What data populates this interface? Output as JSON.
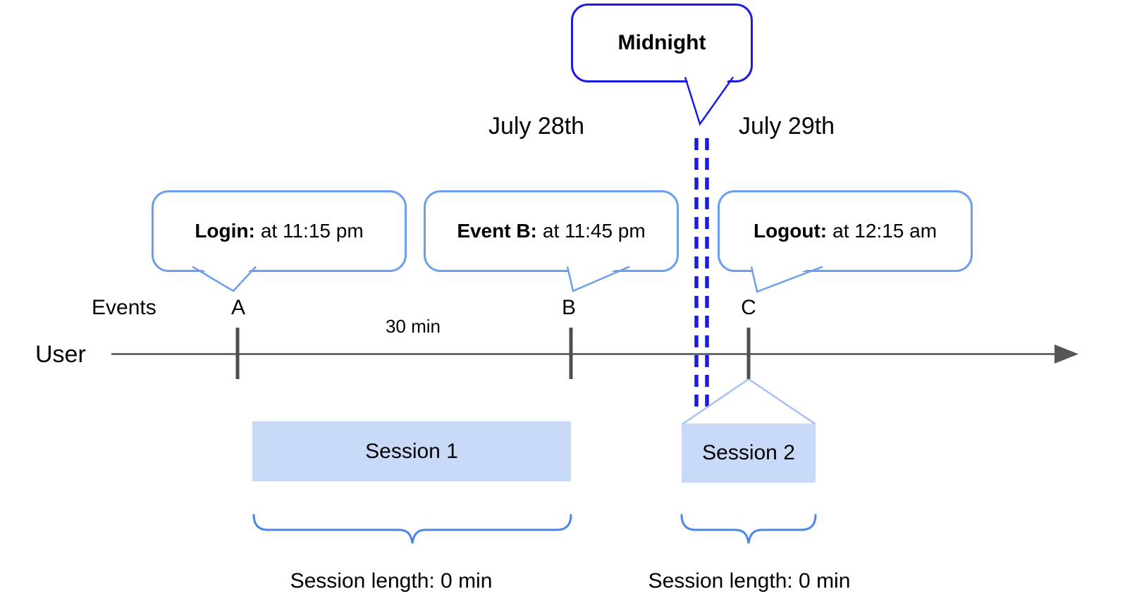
{
  "midnight_callout": {
    "label": "Midnight"
  },
  "dates": {
    "before_midnight": "July 28th",
    "after_midnight": "July 29th"
  },
  "callouts": {
    "login": {
      "title": "Login:",
      "detail": "at 11:15 pm"
    },
    "event_b": {
      "title": "Event B:",
      "detail": "at 11:45 pm"
    },
    "logout": {
      "title": "Logout:",
      "detail": "at 12:15 am"
    }
  },
  "timeline": {
    "events_label": "Events",
    "user_label": "User",
    "interval_label": "30 min",
    "markers": {
      "a": "A",
      "b": "B",
      "c": "C"
    }
  },
  "sessions": {
    "session1": {
      "label": "Session 1",
      "length_label": "Session length: 0 min"
    },
    "session2": {
      "label": "Session 2",
      "length_label": "Session length: 0 min"
    }
  },
  "colors": {
    "midnight_blue": "#1c1ce0",
    "callout_border_blue": "#6d9eeb",
    "brace_blue": "#4a86e8",
    "funnel_light_blue": "#a4c2f4",
    "session_fill_blue": "#c9daf8",
    "timeline_gray": "#666666"
  }
}
